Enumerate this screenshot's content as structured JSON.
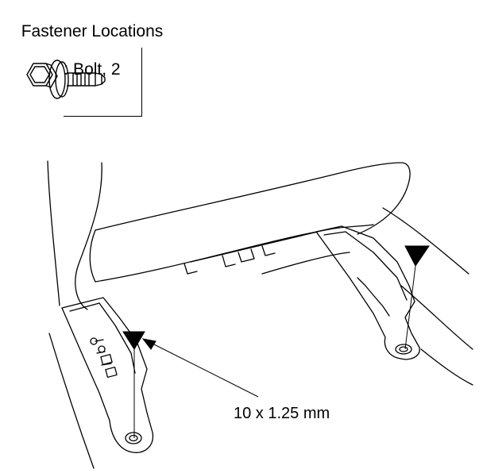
{
  "legend": {
    "title_line1": "Fastener Locations",
    "title_line2": ": Bolt, 2",
    "icon": "hex-flange-bolt-icon"
  },
  "callout": {
    "label": "10 x 1.25 mm",
    "icon": "arrow-pointer-icon"
  },
  "colors": {
    "line": "#000000",
    "background": "#ffffff"
  }
}
